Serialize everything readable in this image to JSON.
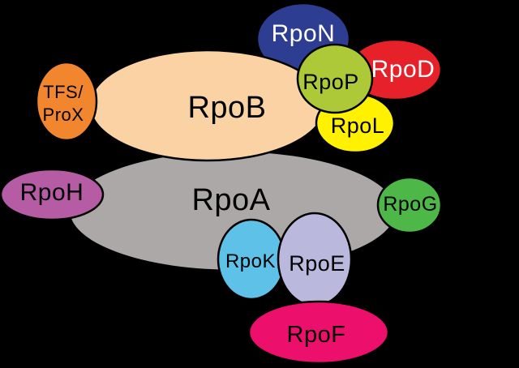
{
  "diagram": {
    "background_color": "#000000",
    "outline_color": "#000000",
    "nodes": {
      "rpoN": {
        "label": "RpoN",
        "color": "#2d3e92",
        "text_color": "#ffffff"
      },
      "rpoD": {
        "label": "RpoD",
        "color": "#e7212a",
        "text_color": "#ffffff"
      },
      "rpoP": {
        "label": "RpoP",
        "color": "#adc938",
        "text_color": "#000000"
      },
      "rpoL": {
        "label": "RpoL",
        "color": "#fff100",
        "text_color": "#000000"
      },
      "rpoB": {
        "label": "RpoB",
        "color": "#fad2a4",
        "text_color": "#000000"
      },
      "tfsProX": {
        "label_line1": "TFS/",
        "label_line2": "ProX",
        "color": "#f1862f",
        "text_color": "#000000"
      },
      "rpoH": {
        "label": "RpoH",
        "color": "#b55ca5",
        "text_color": "#000000"
      },
      "rpoA": {
        "label": "RpoA",
        "color": "#aca8a7",
        "text_color": "#000000"
      },
      "rpoG": {
        "label": "RpoG",
        "color": "#4db748",
        "text_color": "#000000"
      },
      "rpoK": {
        "label": "RpoK",
        "color": "#5ec1e8",
        "text_color": "#000000"
      },
      "rpoE": {
        "label": "RpoE",
        "color": "#bab8dc",
        "text_color": "#000000"
      },
      "rpoF": {
        "label": "RpoF",
        "color": "#ec0f6c",
        "text_color": "#000000"
      }
    }
  }
}
